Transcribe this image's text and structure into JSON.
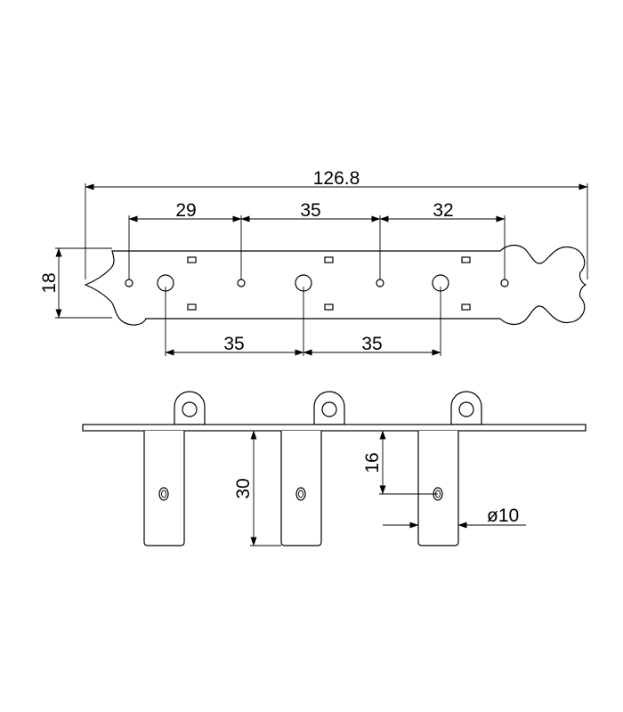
{
  "dimensions": {
    "overall_length": "126.8",
    "plate_height": "18",
    "upper_left_spacing": "29",
    "upper_middle_spacing": "35",
    "upper_right_spacing": "32",
    "lower_left_spacing": "35",
    "lower_right_spacing": "35",
    "post_length": "30",
    "post_hole_offset": "16",
    "post_diameter": "ø10"
  },
  "colors": {
    "line": "#000000",
    "background": "#ffffff"
  }
}
